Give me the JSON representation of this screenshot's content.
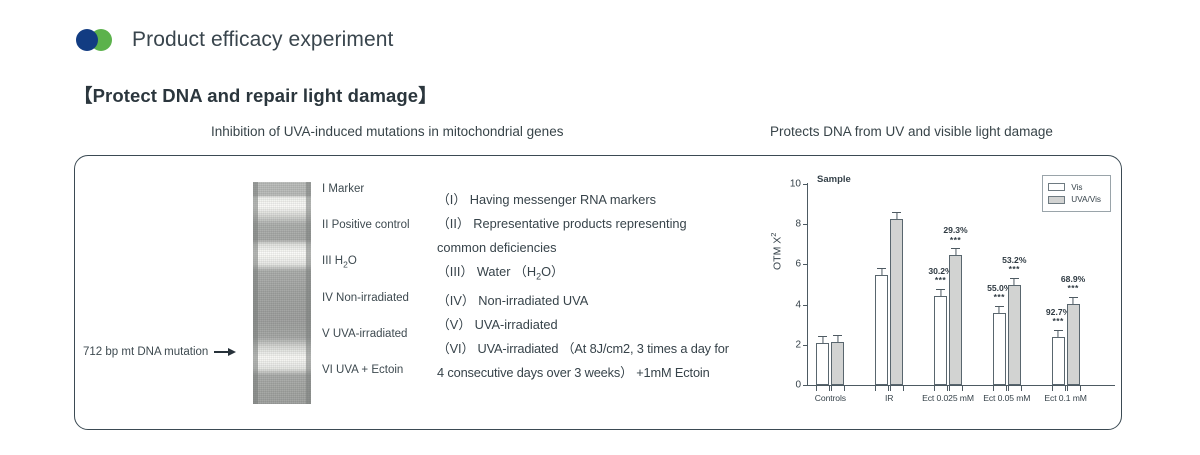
{
  "header": {
    "title": "Product efficacy experiment",
    "logo": {
      "blue": "#123c82",
      "green": "#5cb24c"
    }
  },
  "section": {
    "title": "【Protect DNA and repair light damage】"
  },
  "captions": {
    "left": "Inhibition of UVA-induced mutations in mitochondrial genes",
    "right": "Protects DNA from UV and visible light damage"
  },
  "gel": {
    "annotation": "712 bp mt DNA mutation",
    "arrow": "arrow-right-icon",
    "lanes": [
      "I Marker",
      "II Positive control",
      "III H₂O",
      "IV Non-irradiated",
      "V UVA-irradiated",
      "VI UVA + Ectoin"
    ]
  },
  "legend_text": {
    "lines": [
      "（I） Having messenger RNA markers",
      "（II） Representative products representing",
      "common deficiencies",
      "（III） Water （H₂O）",
      "（IV） Non-irradiated UVA",
      "（V） UVA-irradiated",
      "（VI） UVA-irradiated （At 8J/cm2, 3 times a day for",
      " 4 consecutive days over 3 weeks） +1mM Ectoin"
    ]
  },
  "chart_data": {
    "type": "bar",
    "title": "Sample",
    "xlabel": "",
    "ylabel": "OTM X²",
    "ylim": [
      0,
      10
    ],
    "yticks": [
      0,
      2,
      4,
      6,
      8,
      10
    ],
    "grid": false,
    "legend_position": "top-right",
    "categories": [
      "Controls",
      "IR",
      "Ect 0.025 mM",
      "Ect 0.05 mM",
      "Ect 0.1 mM"
    ],
    "series": [
      {
        "name": "Vis",
        "color": "#ffffff",
        "values": [
          2.1,
          5.45,
          4.45,
          3.6,
          2.4
        ],
        "errors": [
          0.12,
          0.15,
          0.12,
          0.12,
          0.12
        ],
        "labels": [
          "",
          "",
          "30.2%",
          "55.0%",
          "92.7%"
        ],
        "significance": [
          "",
          "",
          "***",
          "***",
          "***"
        ]
      },
      {
        "name": "UVA/Vis",
        "color": "#d2d3d2",
        "values": [
          2.15,
          8.25,
          6.45,
          5.0,
          4.05
        ],
        "errors": [
          0.17,
          0.12,
          0.13,
          0.13,
          0.2
        ],
        "labels": [
          "",
          "",
          "29.3%",
          "53.2%",
          "68.9%"
        ],
        "significance": [
          "",
          "",
          "***",
          "***",
          "***"
        ]
      }
    ]
  }
}
